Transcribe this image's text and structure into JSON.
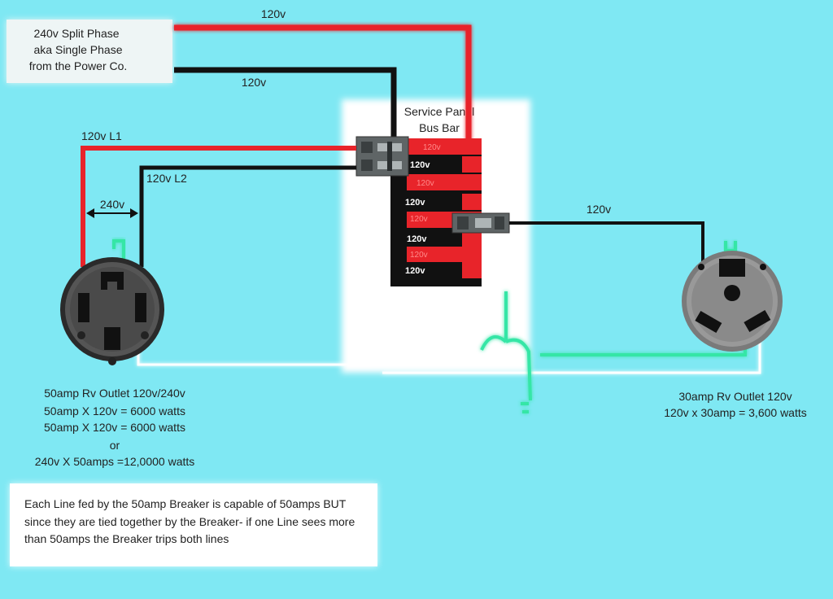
{
  "source_box": {
    "line1": "240v Split Phase",
    "line2": "aka Single Phase",
    "line3": "from the Power Co."
  },
  "feed_labels": {
    "top": "120v",
    "bottom": "120v"
  },
  "service_panel": {
    "title_line1": "Service Panel",
    "title_line2": "Bus Bar",
    "bus_labels": [
      "120v",
      "120v",
      "120v",
      "120v",
      "120v",
      "120v",
      "120v",
      "120v"
    ]
  },
  "outlet_50": {
    "l1_label": "120v L1",
    "l2_label": "120v L2",
    "between_label": "240v",
    "caption": [
      "50amp Rv Outlet 120v/240v",
      "50amp X 120v = 6000 watts",
      "50amp X 120v = 6000 watts",
      "or",
      "240v X 50amps =12,0000 watts"
    ]
  },
  "outlet_30": {
    "feed_label": "120v",
    "caption": [
      "30amp Rv Outlet 120v",
      "120v x 30amp = 3,600 watts"
    ]
  },
  "note": {
    "line1": "Each Line fed by the 50amp Breaker is capable of 50amps BUT",
    "line2": "since they are tied together by the Breaker- if one Line sees more",
    "line3": "than 50amps the Breaker trips both lines"
  },
  "colors": {
    "background": "#7fe8f3",
    "hot_red": "#e8242a",
    "hot_black": "#111111",
    "ground_green": "#35e6a6",
    "neutral_white": "#ffffff"
  }
}
